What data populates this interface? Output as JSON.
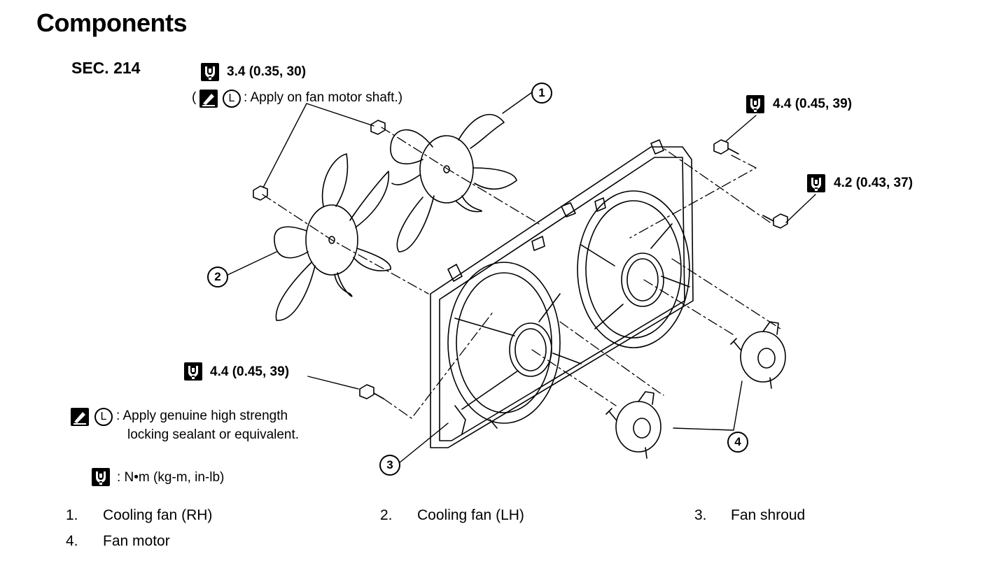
{
  "heading": "Components",
  "section": "SEC. 214",
  "torque_callouts": [
    {
      "value": "3.4 (0.35, 30)"
    },
    {
      "value": "4.4 (0.45, 39)"
    },
    {
      "value": "4.2 (0.43, 37)"
    },
    {
      "value": "4.4 (0.45, 39)"
    }
  ],
  "shaft_note": {
    "open": "(",
    "icon_letter": "L",
    "text": ": Apply on fan motor shaft.)"
  },
  "notes": {
    "sealant_letter": "L",
    "sealant_line1": ": Apply genuine high strength",
    "sealant_line2": "locking sealant or equivalent.",
    "unit_text": ": N•m (kg-m, in-lb)"
  },
  "callout_numbers": [
    "1",
    "2",
    "3",
    "4"
  ],
  "legend": [
    {
      "num": "1.",
      "label": "Cooling fan (RH)"
    },
    {
      "num": "2.",
      "label": "Cooling fan (LH)"
    },
    {
      "num": "3.",
      "label": "Fan shroud"
    },
    {
      "num": "4.",
      "label": "Fan motor"
    }
  ],
  "icons": {
    "torque": "torque-wrench-icon",
    "sealant": "sealant-applicator-icon",
    "locking": "locking-sealant-icon"
  }
}
